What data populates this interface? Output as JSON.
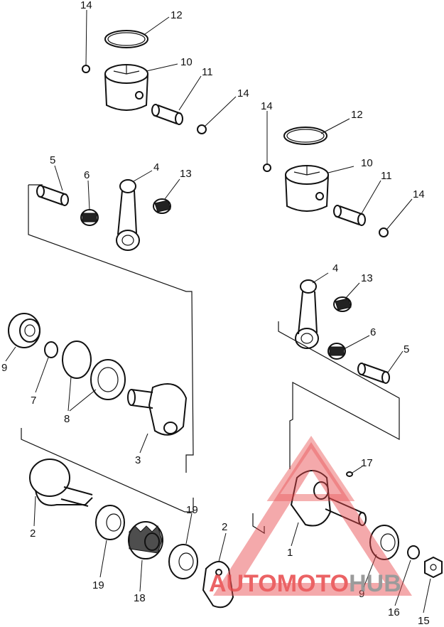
{
  "callouts": [
    {
      "id": "1",
      "label": "1"
    },
    {
      "id": "2",
      "label": "2"
    },
    {
      "id": "3",
      "label": "3"
    },
    {
      "id": "4",
      "label": "4"
    },
    {
      "id": "5",
      "label": "5"
    },
    {
      "id": "6",
      "label": "6"
    },
    {
      "id": "7",
      "label": "7"
    },
    {
      "id": "8",
      "label": "8"
    },
    {
      "id": "9",
      "label": "9"
    },
    {
      "id": "10",
      "label": "10"
    },
    {
      "id": "11",
      "label": "11"
    },
    {
      "id": "12",
      "label": "12"
    },
    {
      "id": "13",
      "label": "13"
    },
    {
      "id": "14",
      "label": "14"
    },
    {
      "id": "15",
      "label": "15"
    },
    {
      "id": "16",
      "label": "16"
    },
    {
      "id": "17",
      "label": "17"
    },
    {
      "id": "18",
      "label": "18"
    },
    {
      "id": "19",
      "label": "19"
    }
  ],
  "watermark": {
    "text_part1": "AUTO",
    "text_part2": "MOTO",
    "text_part3": "HUB",
    "color_primary": "#e8474a",
    "color_secondary": "#8a8a8a"
  }
}
